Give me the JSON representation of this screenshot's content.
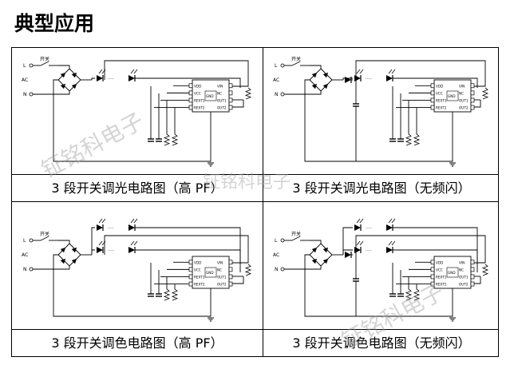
{
  "page": {
    "title": "典型应用"
  },
  "labels": {
    "L": "L",
    "AC": "AC",
    "N": "N",
    "switch": "开关"
  },
  "chip": {
    "left_pins": [
      "VDD",
      "VCC",
      "REXT1",
      "REXT2"
    ],
    "right_pins": [
      "VIN",
      "NC",
      "OUT1",
      "OUT2"
    ],
    "center": "GND"
  },
  "captions": [
    "3 段开关调光电路图（高 PF）",
    "3 段开关调光电路图（无频闪）",
    "3 段开关调色电路图（高 PF）",
    "3 段开关调色电路图（无频闪）"
  ],
  "watermark": "钲铭科电子"
}
